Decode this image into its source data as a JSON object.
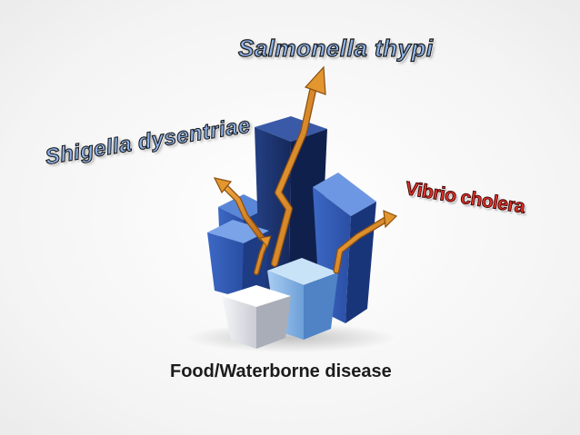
{
  "labels": {
    "salmonella": "Salmonella thypi",
    "shigella": "Shigella dysentriae",
    "vibrio": "Vibrio cholera",
    "caption": "Food/Waterborne disease"
  },
  "colors": {
    "background": "#f7f7f7",
    "label_blue": "#8fb3e8",
    "label_red": "#e5342a",
    "bar_dark_blue": "#1c3a7a",
    "bar_mid_blue": "#3f6cc8",
    "bar_light_blue": "#7fb0e6",
    "bar_white": "#e9ebf0",
    "arrow": "#d98a2a"
  },
  "icons": {
    "illustration": "3d-bar-chart-with-rising-arrows"
  }
}
